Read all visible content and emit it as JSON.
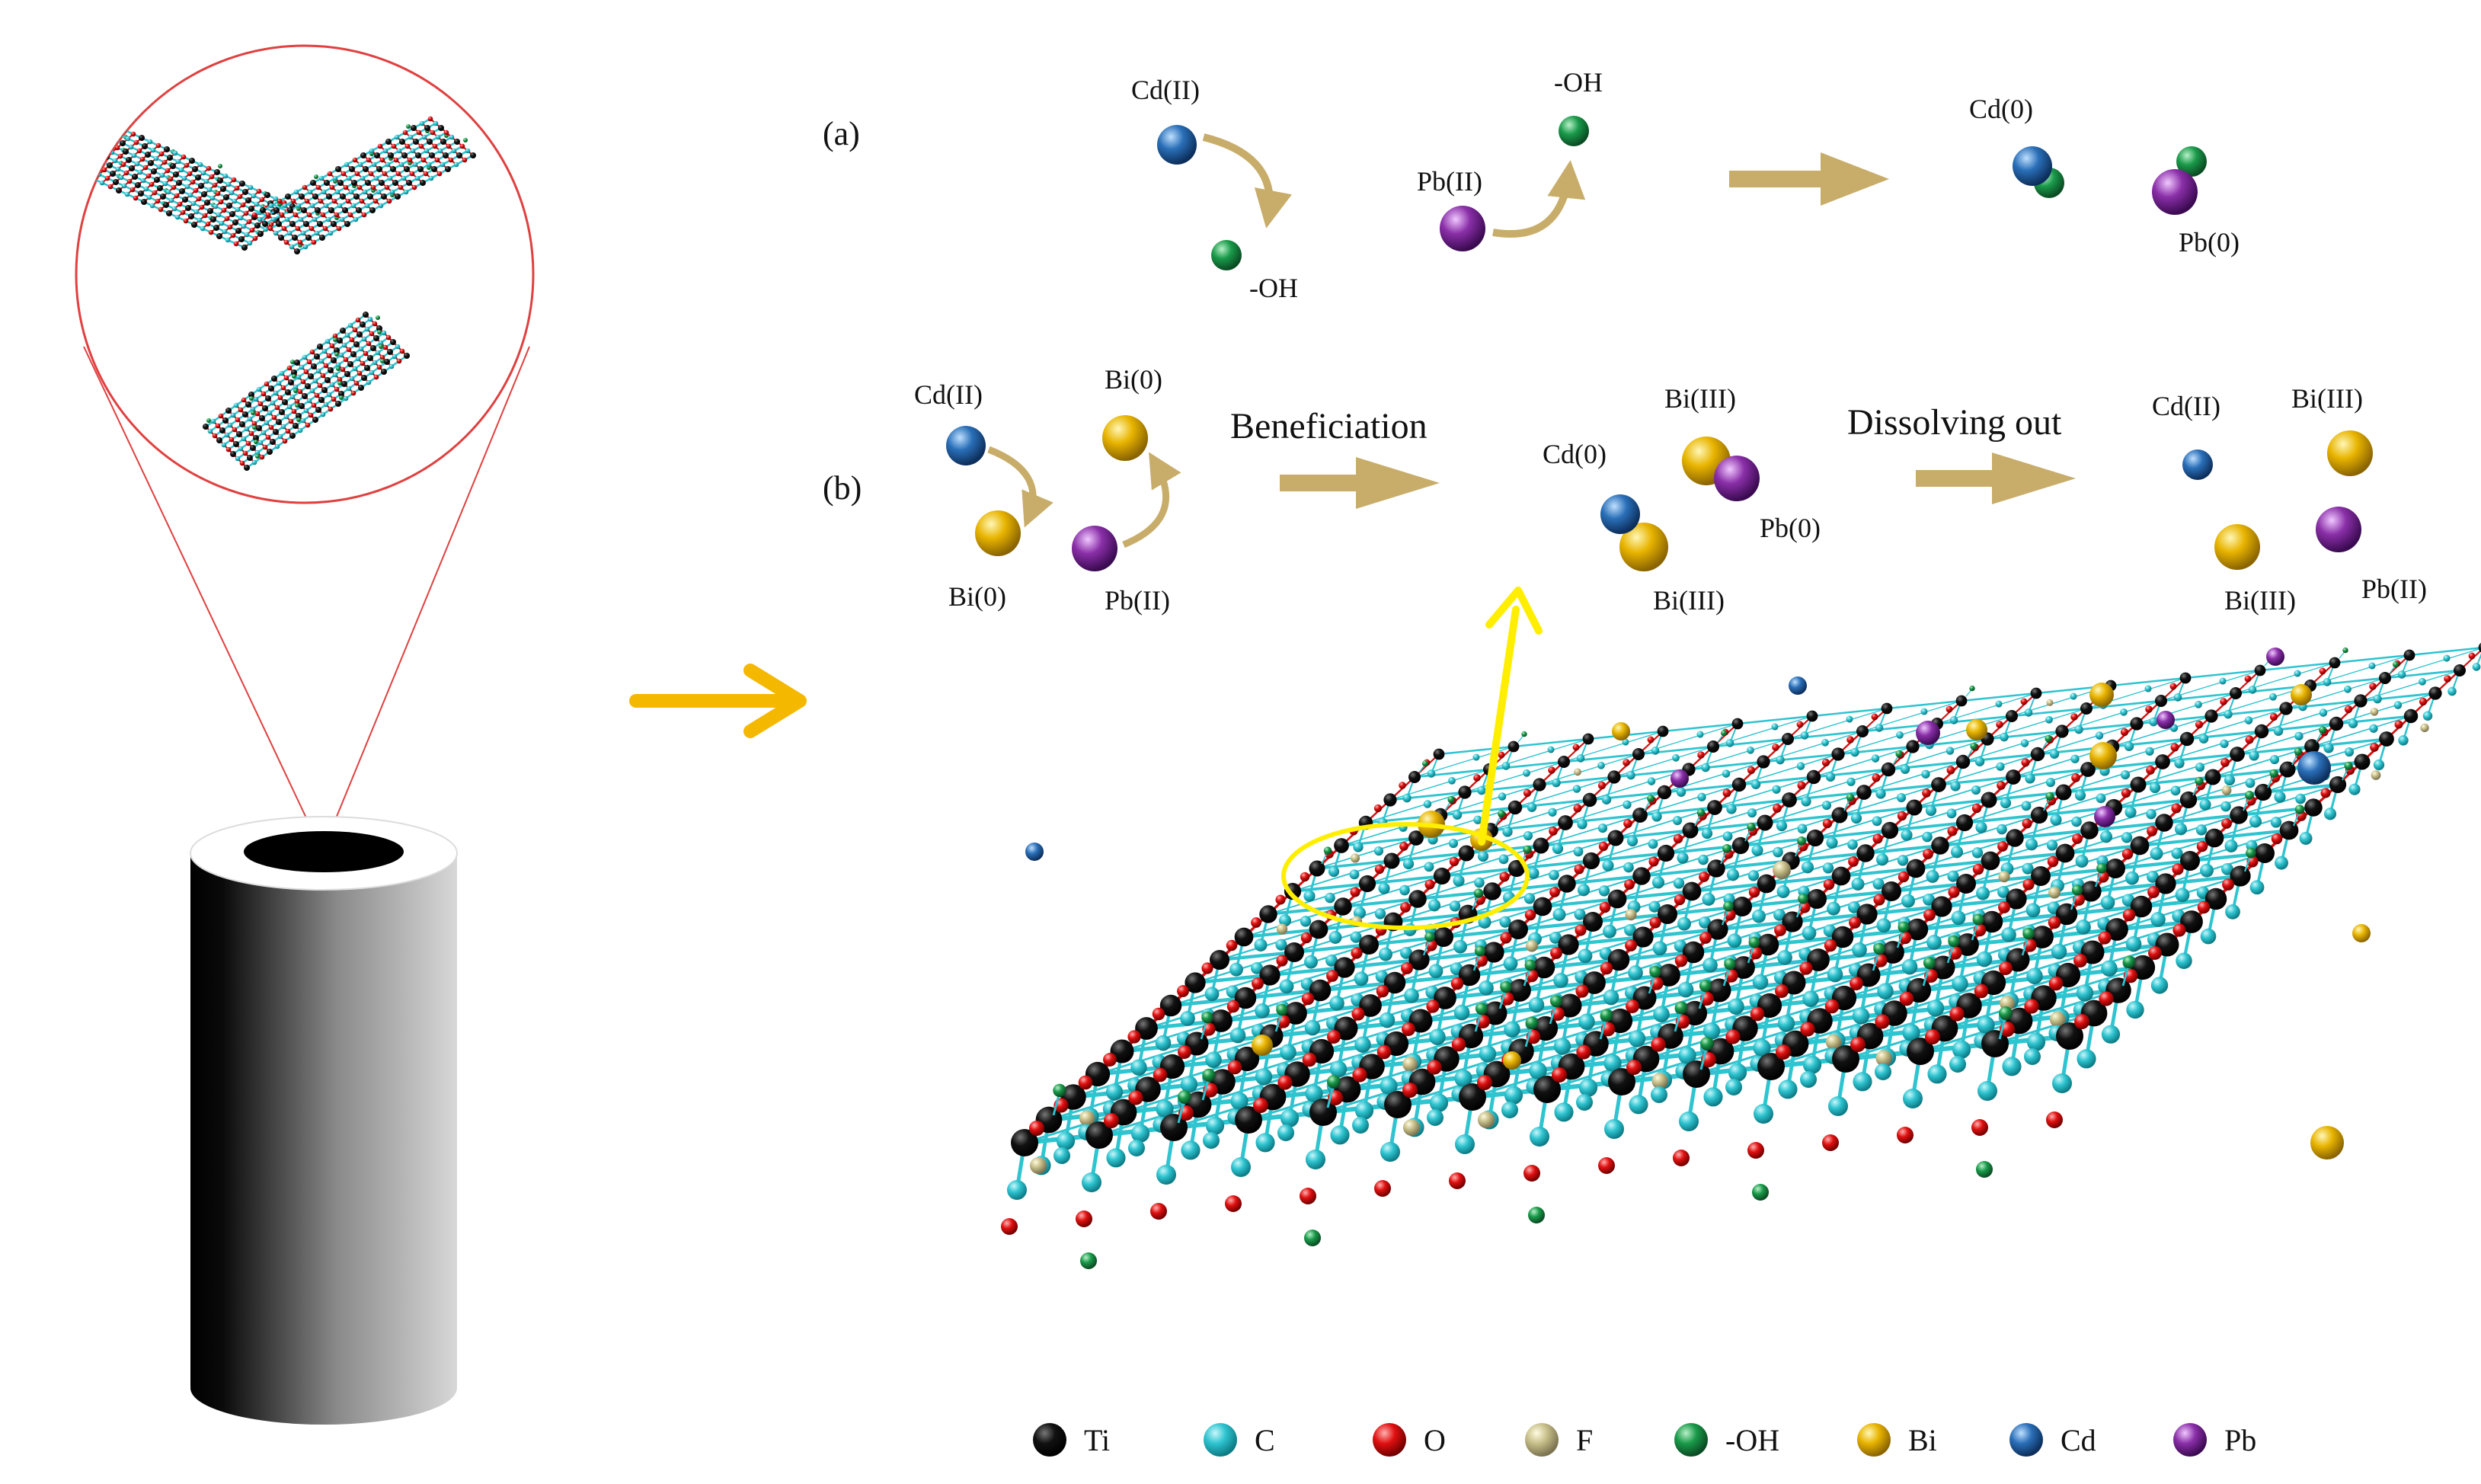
{
  "panel_a": {
    "label": "(a)",
    "cd_label": "Cd(II)",
    "oh_label_1": "-OH",
    "oh_label_2": "-OH",
    "pb_label": "Pb(II)",
    "cd0_label": "Cd(0)",
    "pb0_label": "Pb(0)"
  },
  "panel_b": {
    "label": "(b)",
    "cd_label": "Cd(II)",
    "bi0_top": "Bi(0)",
    "bi0_bottom": "Bi(0)",
    "pb_label": "Pb(II)",
    "step1": "Beneficiation",
    "mid_bi": "Bi(III)",
    "mid_cd": "Cd(0)",
    "mid_pb": "Pb(0)",
    "mid_bi_bottom": "Bi(III)",
    "step2": "Dissolving out",
    "out_cd": "Cd(II)",
    "out_bi_top": "Bi(III)",
    "out_bi_bottom": "Bi(III)",
    "out_pb": "Pb(II)"
  },
  "legend": [
    {
      "label": "Ti",
      "color": "#111111"
    },
    {
      "label": "C",
      "color": "#2ec4d0"
    },
    {
      "label": "O",
      "color": "#e01010"
    },
    {
      "label": "F",
      "color": "#c8bf8a"
    },
    {
      "label": "-OH",
      "color": "#1a9a4a"
    },
    {
      "label": "Bi",
      "color": "#e8b400"
    },
    {
      "label": "Cd",
      "color": "#2a6fb8"
    },
    {
      "label": "Pb",
      "color": "#8a2fa8"
    }
  ],
  "colors": {
    "arrow_gold": "#c8ad6a",
    "arrow_yellow": "#ffee00",
    "arrow_orange": "#f5b800",
    "zoom_red": "#e04040"
  }
}
